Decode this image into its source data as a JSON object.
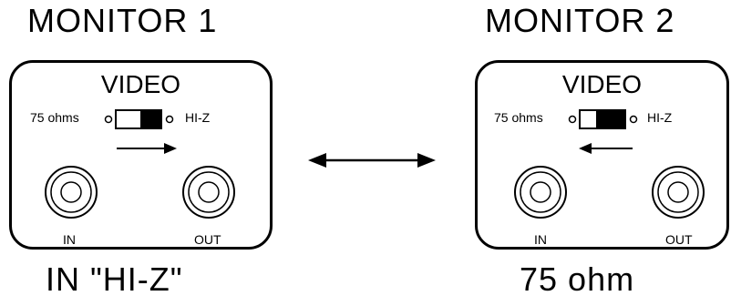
{
  "monitors": [
    {
      "title": "MONITOR 1",
      "panel_label": "VIDEO",
      "switch_left_label": "75 ohms",
      "switch_right_label": "HI-Z",
      "switch_position": "HI-Z",
      "arrow_direction": "right",
      "jack_in_label": "IN",
      "jack_out_label": "OUT",
      "caption": "IN \"HI-Z\""
    },
    {
      "title": "MONITOR 2",
      "panel_label": "VIDEO",
      "switch_left_label": "75 ohms",
      "switch_right_label": "HI-Z",
      "switch_position": "75 ohms",
      "arrow_direction": "left",
      "jack_in_label": "IN",
      "jack_out_label": "OUT",
      "caption": "75 ohm"
    }
  ],
  "link_arrow": "double-headed"
}
